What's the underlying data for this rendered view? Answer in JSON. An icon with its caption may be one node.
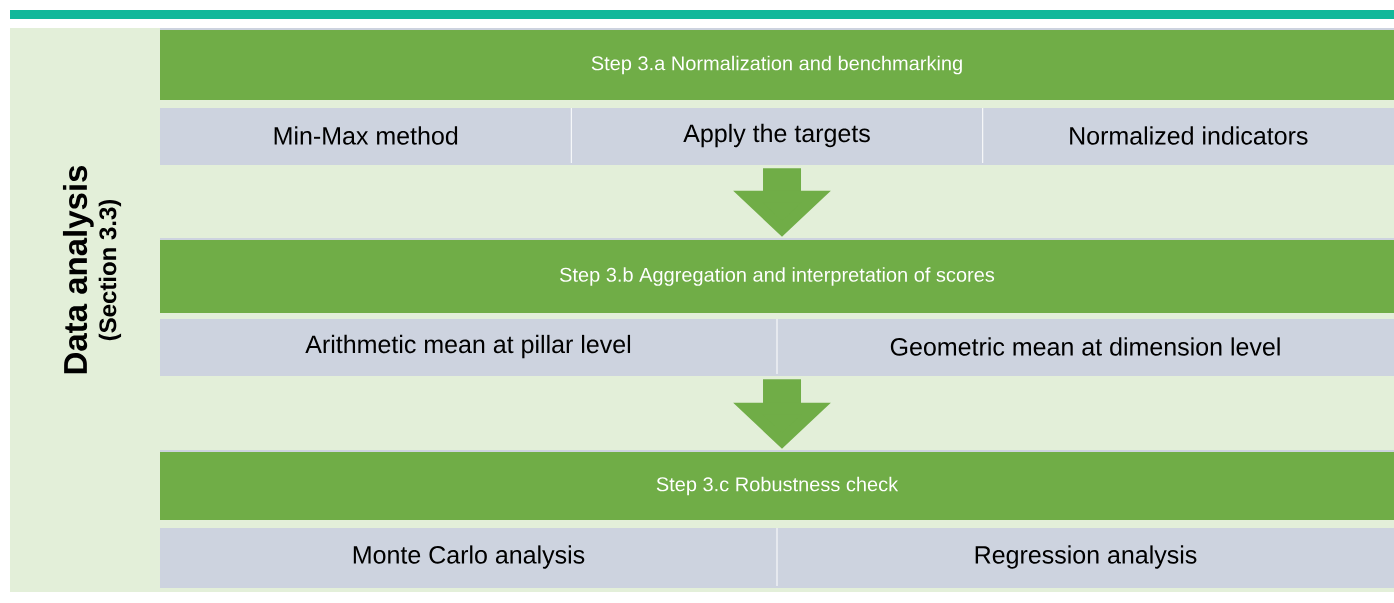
{
  "diagram": {
    "nodes": [
      {
        "text": [
          "Data analysis",
          "(Section 3.3)"
        ]
      },
      {
        "text": [
          "Step 3.a Normalization and benchmarking"
        ],
        "in": 0
      },
      {
        "text": [
          "Min-Max method"
        ],
        "in": 1
      },
      {
        "text": [
          "Apply the targets"
        ],
        "in": 1
      },
      {
        "text": [
          "Normalized indicators"
        ],
        "in": 1
      },
      {
        "text": [
          "Step 3.b Aggregation and interpretation of scores"
        ],
        "in": 0
      },
      {
        "text": [
          "Arithmetic mean at pillar level"
        ],
        "in": 5
      },
      {
        "text": [
          "Geometric mean at dimension level"
        ],
        "in": 5
      },
      {
        "text": [
          "Step 3.c Robustness check"
        ],
        "in": 0
      },
      {
        "text": [
          "Monte Carlo analysis"
        ],
        "in": 8
      },
      {
        "text": [
          "Regression analysis"
        ],
        "in": 8
      }
    ],
    "edges": [
      {
        "from": 1,
        "to": 5,
        "arrow": "to"
      },
      {
        "from": 5,
        "to": 8,
        "arrow": "to"
      }
    ]
  }
}
